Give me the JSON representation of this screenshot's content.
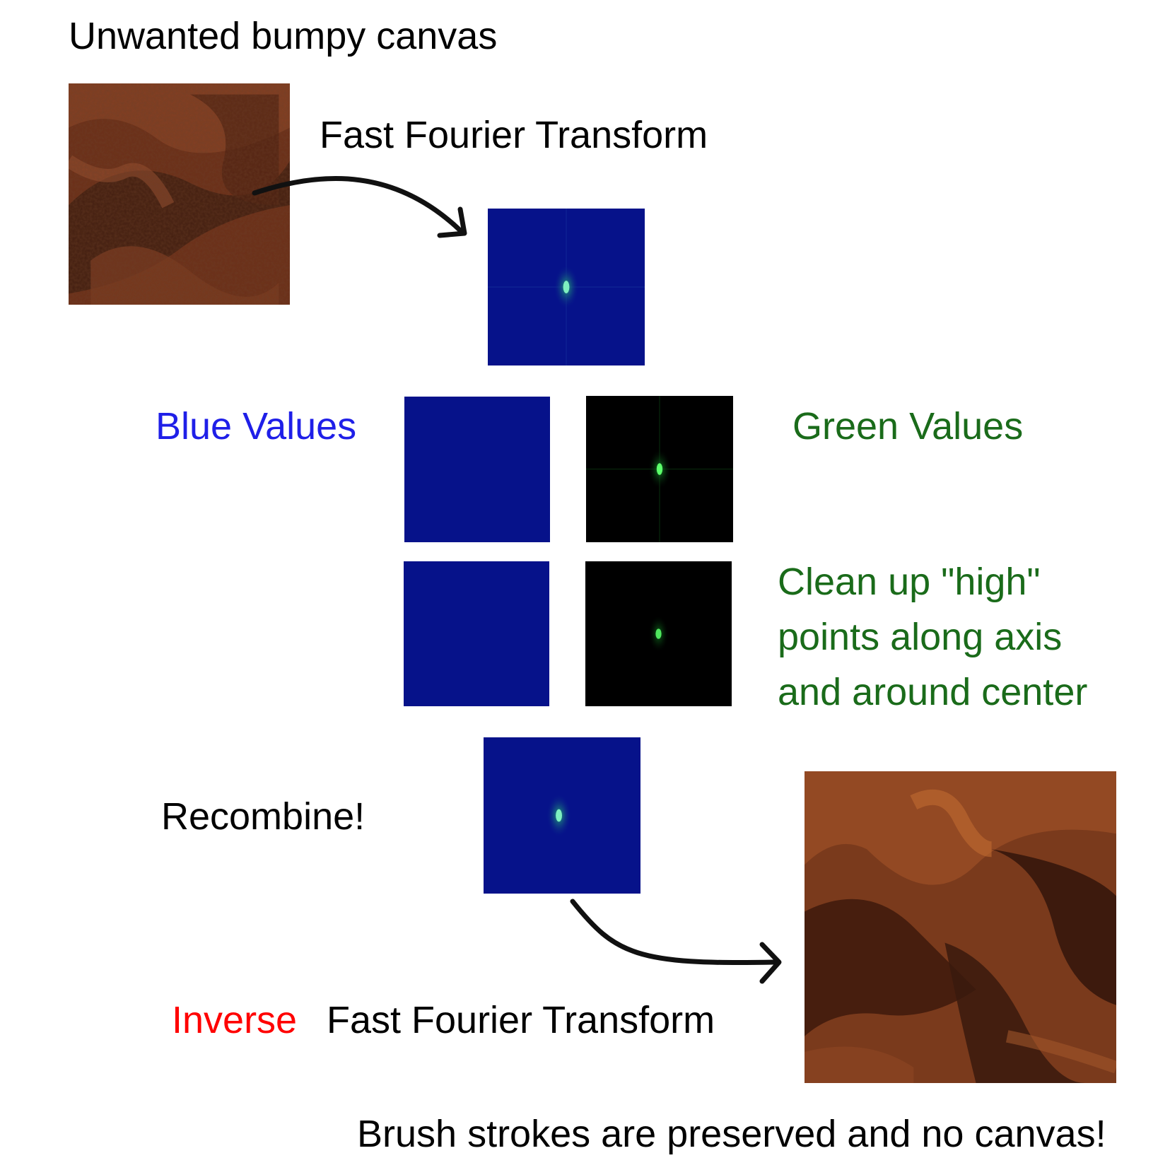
{
  "labels": {
    "title": "Unwanted bumpy canvas",
    "fft": "Fast Fourier Transform",
    "blue_values": "Blue Values",
    "green_values": "Green Values",
    "cleanup_line1": "Clean up \"high\"",
    "cleanup_line2": "points along axis",
    "cleanup_line3": "and around center",
    "recombine": "Recombine!",
    "inverse": "Inverse",
    "inverse_fft": "Fast Fourier Transform",
    "result": "Brush strokes are preserved and no canvas!"
  },
  "colors": {
    "text": "#000000",
    "blue_label": "#1f1fe8",
    "green_label": "#1a6b1a",
    "inverse_label": "#ff0000",
    "spectrum_blue": "#06128a",
    "spectrum_green_bg": "#000000",
    "canvas_brown": "#5a2614"
  }
}
